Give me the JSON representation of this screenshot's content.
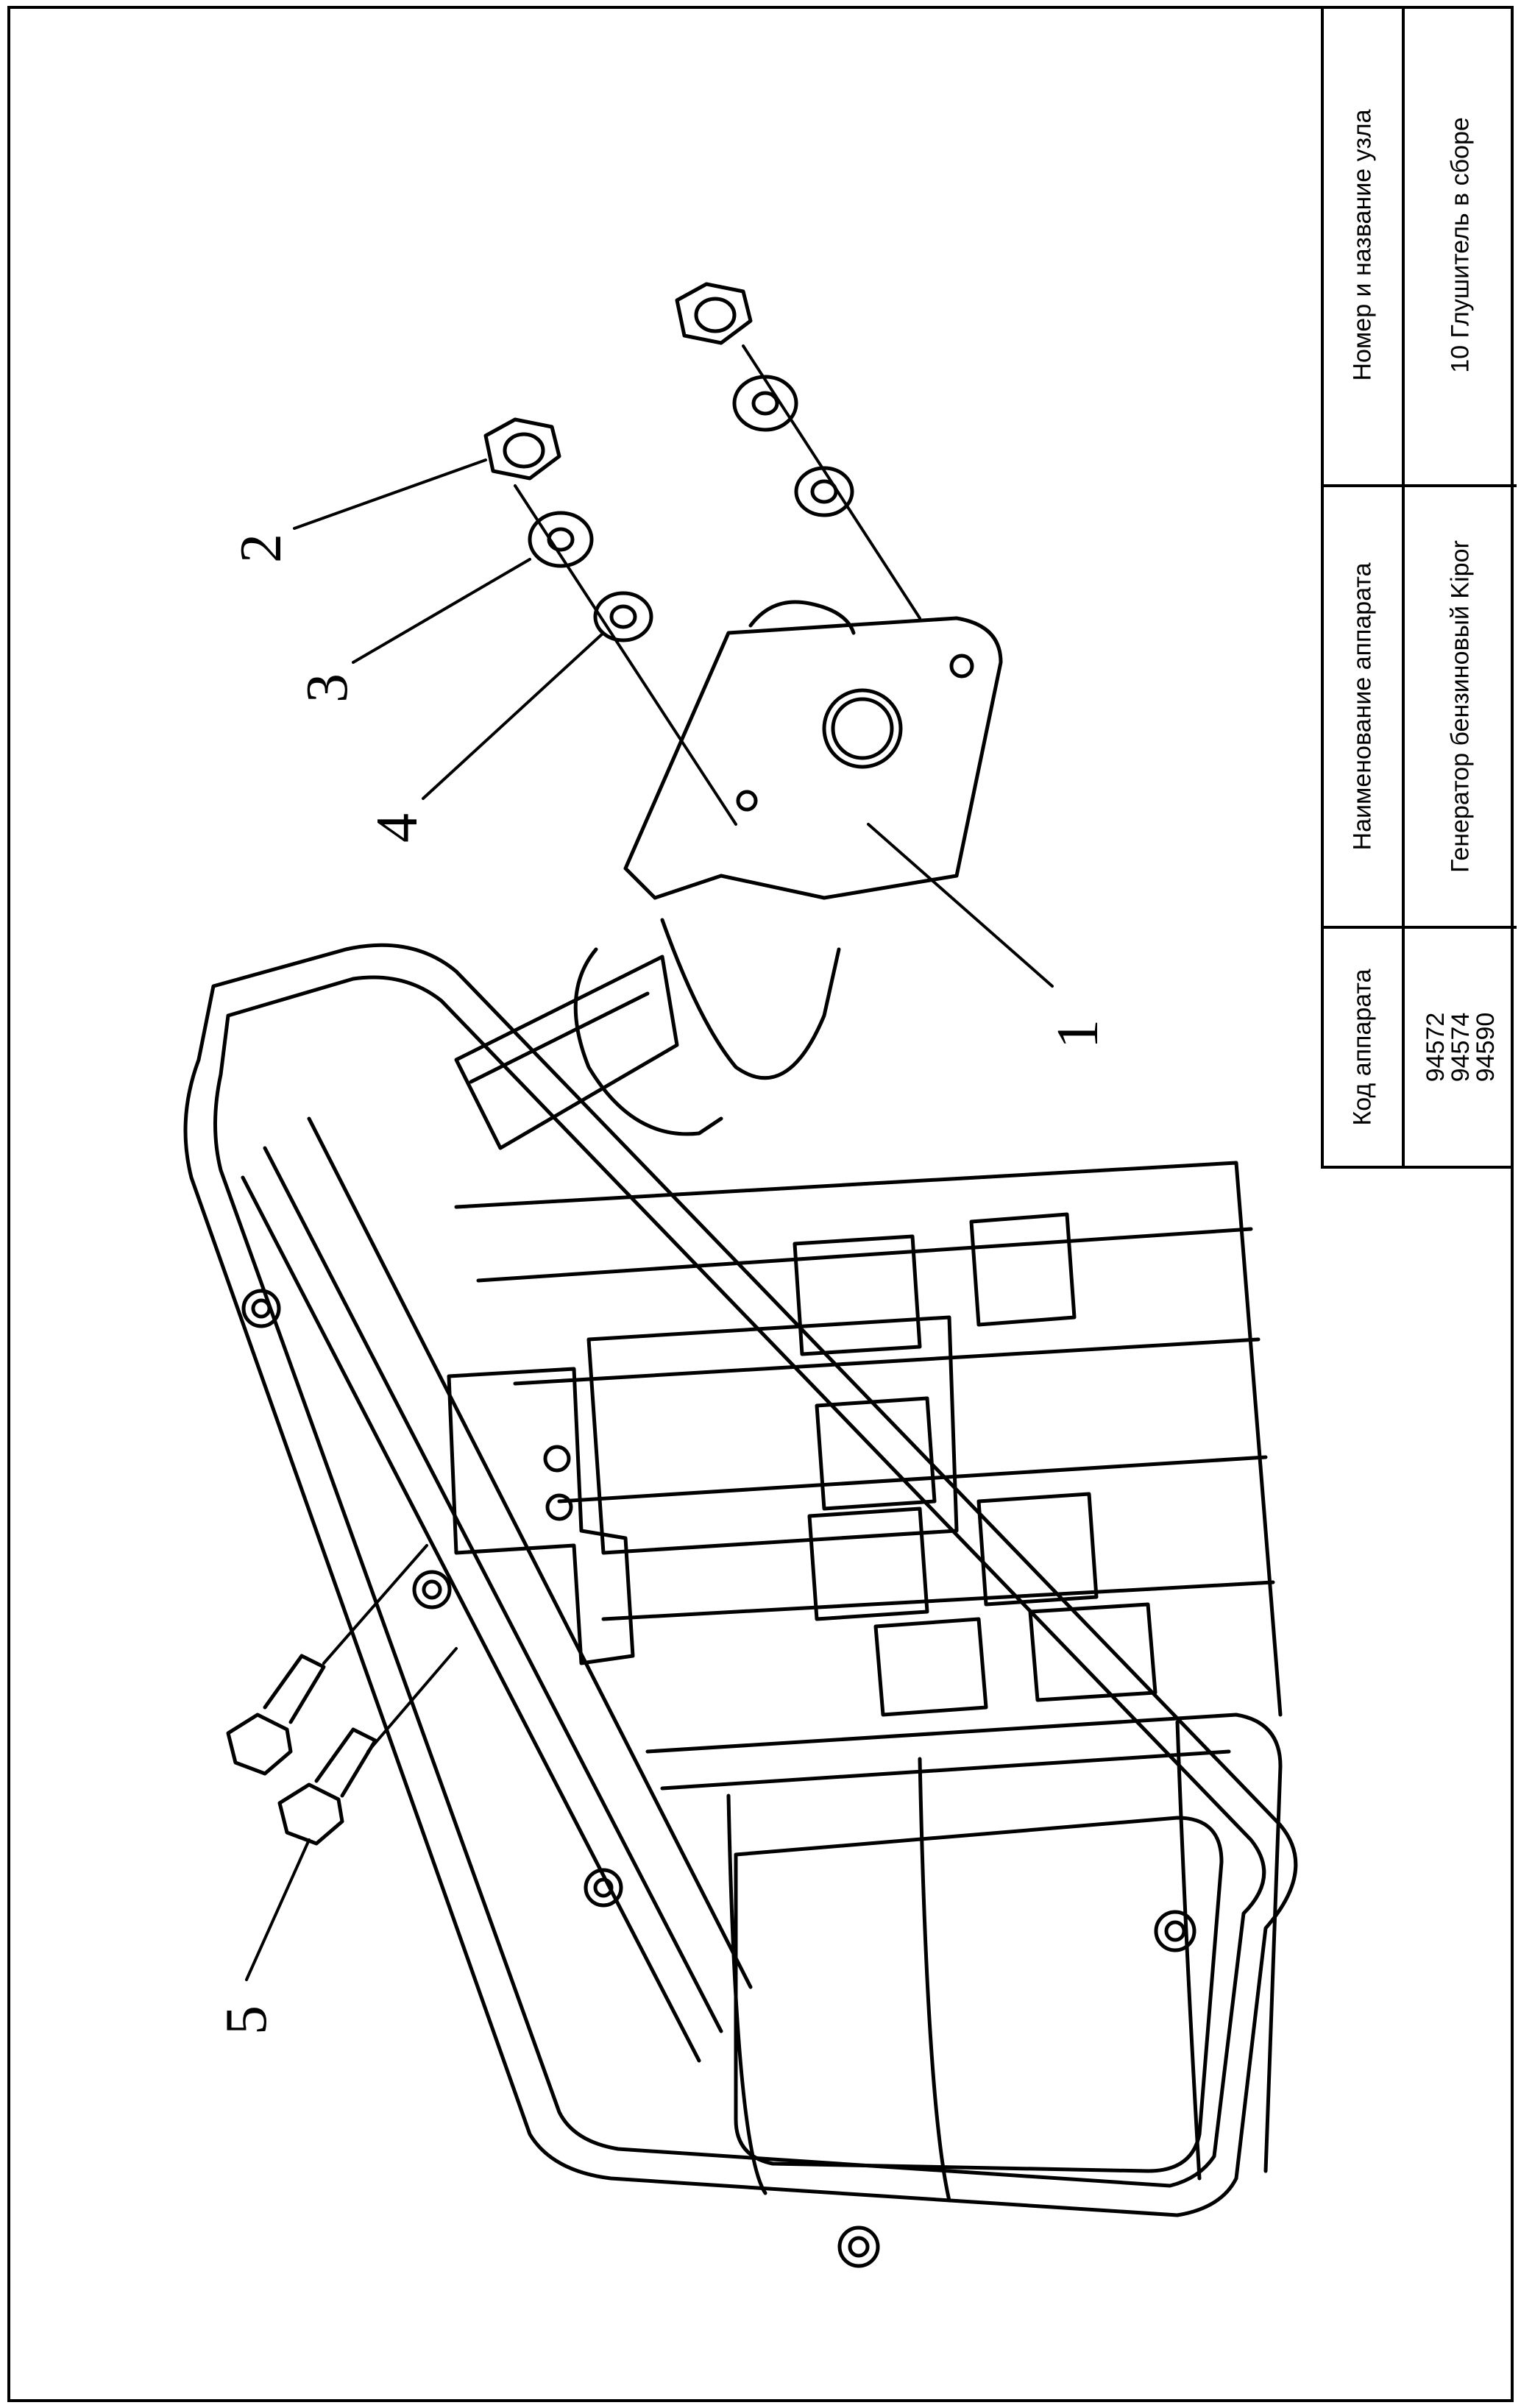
{
  "title_block": {
    "col_code_header": "Код аппарата",
    "col_code_values": [
      "94572",
      "94574",
      "94590"
    ],
    "col_name_header": "Наименование аппарата",
    "col_name_value": "Генератор бензиновый Kipor",
    "col_unit_header": "Номер и название узла",
    "col_unit_value": "10 Глушитель в сборе"
  },
  "callouts": [
    "1",
    "2",
    "3",
    "4",
    "5"
  ]
}
